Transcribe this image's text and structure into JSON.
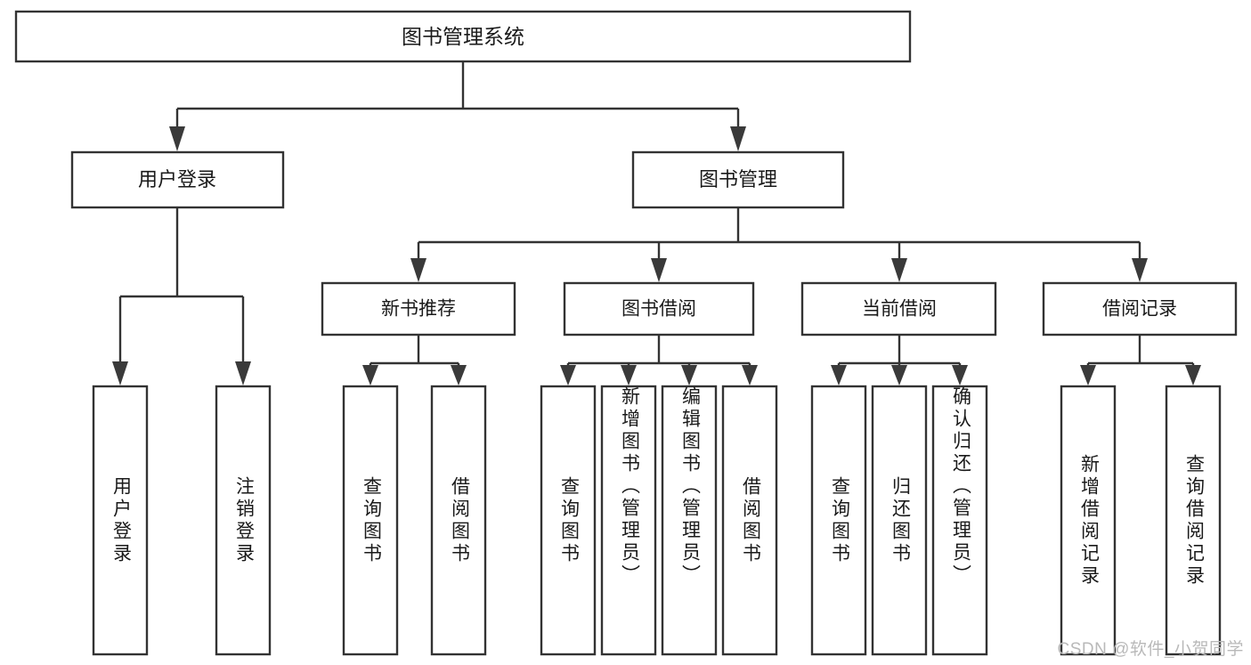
{
  "diagram": {
    "type": "tree-hierarchy",
    "title": "图书管理系统",
    "watermark": "CSDN @软件_小贺同学",
    "colors": {
      "box_stroke": "#333333",
      "box_fill": "#ffffff",
      "connector": "#333333",
      "arrow": "#3a3a3a",
      "text": "#1a1a1a",
      "watermark": "#b9b9b9",
      "background": "#ffffff"
    },
    "root": {
      "label": "图书管理系统"
    },
    "level1": [
      {
        "label": "用户登录"
      },
      {
        "label": "图书管理"
      }
    ],
    "level2": [
      {
        "label": "新书推荐"
      },
      {
        "label": "图书借阅"
      },
      {
        "label": "当前借阅"
      },
      {
        "label": "借阅记录"
      }
    ],
    "leaves": {
      "用户登录": [
        {
          "label": "用户登录"
        },
        {
          "label": "注销登录"
        }
      ],
      "新书推荐": [
        {
          "label": "查询图书"
        },
        {
          "label": "借阅图书"
        }
      ],
      "图书借阅": [
        {
          "label": "查询图书"
        },
        {
          "label": "新增图书（管理员）"
        },
        {
          "label": "编辑图书（管理员）"
        },
        {
          "label": "借阅图书"
        }
      ],
      "当前借阅": [
        {
          "label": "查询图书"
        },
        {
          "label": "归还图书"
        },
        {
          "label": "确认归还（管理员）"
        }
      ],
      "借阅记录": [
        {
          "label": "新增借阅记录"
        },
        {
          "label": "查询借阅记录"
        }
      ]
    },
    "leaf_labels_flat": [
      "用户登录",
      "注销登录",
      "查询图书",
      "借阅图书",
      "查询图书",
      "新增图书（管理员）",
      "编辑图书（管理员）",
      "借阅图书",
      "查询图书",
      "归还图书",
      "确认归还（管理员）",
      "新增借阅记录",
      "查询借阅记录"
    ]
  }
}
